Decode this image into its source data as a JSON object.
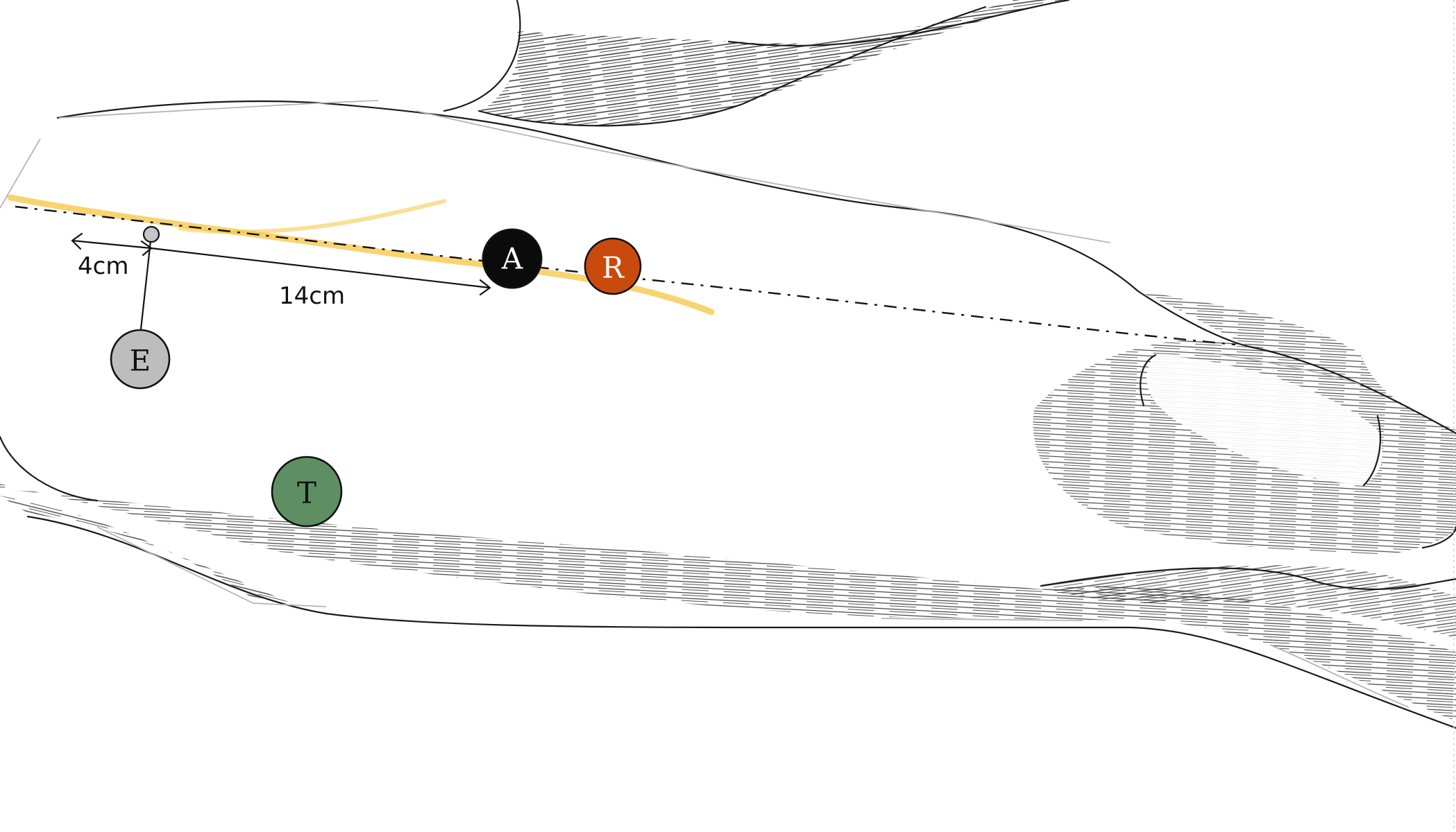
{
  "diagram": {
    "markers": {
      "A": {
        "letter": "A",
        "fill": "#0b0b0b",
        "text_color": "#ffffff"
      },
      "R": {
        "letter": "R",
        "fill": "#c84a0c",
        "text_color": "#ffffff"
      },
      "E": {
        "letter": "E",
        "fill": "#bdbdbd",
        "text_color": "#111111"
      },
      "T": {
        "letter": "T",
        "fill": "#5e8f63",
        "text_color": "#111111"
      }
    },
    "measurements": {
      "short": "4cm",
      "long": "14cm"
    },
    "colors": {
      "highlight": "#f5c542",
      "outline": "#1a1a1a",
      "hatch": "#222222",
      "faint": "#b5b5b5"
    }
  }
}
